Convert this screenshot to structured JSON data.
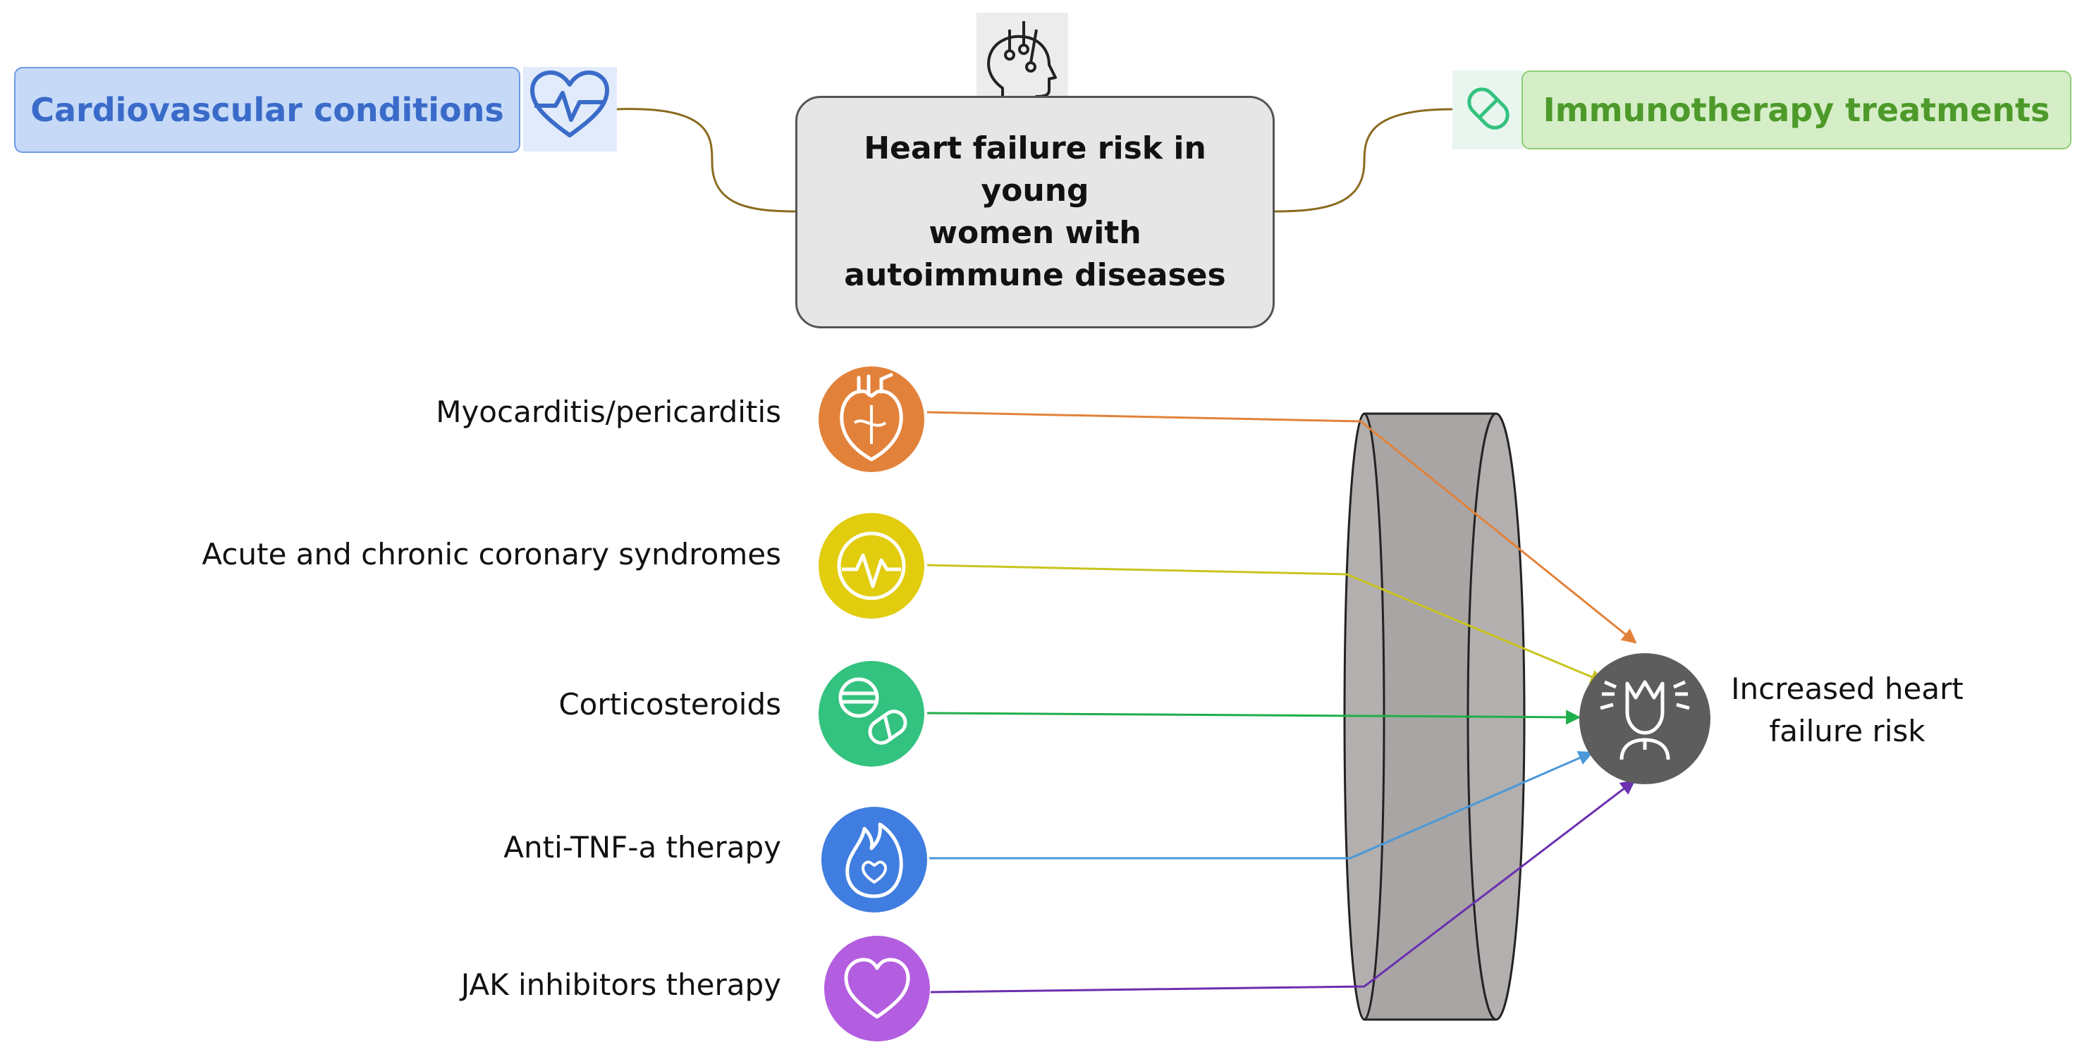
{
  "header": {
    "left_label": "Cardiovascular conditions",
    "right_label": "Immunotherapy treatments",
    "center_title": "Heart failure risk in\nyoung\nwomen with\nautoimmune diseases"
  },
  "items": [
    {
      "label": "Myocarditis/pericarditis",
      "icon": "heart-anatomy-icon",
      "color": "#e2823a"
    },
    {
      "label": "Acute and chronic coronary syndromes",
      "icon": "heartbeat-icon",
      "color": "#e1cc0e"
    },
    {
      "label": "Corticosteroids",
      "icon": "pills-icon",
      "color": "#33c27f"
    },
    {
      "label": "Anti-TNF-a therapy",
      "icon": "flame-heart-icon",
      "color": "#3f7de0"
    },
    {
      "label": "JAK inhibitors therapy",
      "icon": "heart-outline-icon",
      "color": "#b35ee0"
    }
  ],
  "result": {
    "label": "Increased heart\nfailure risk",
    "icon": "stressed-person-icon",
    "color": "#5d5d5d"
  },
  "connector_color": "#8a6a1e"
}
